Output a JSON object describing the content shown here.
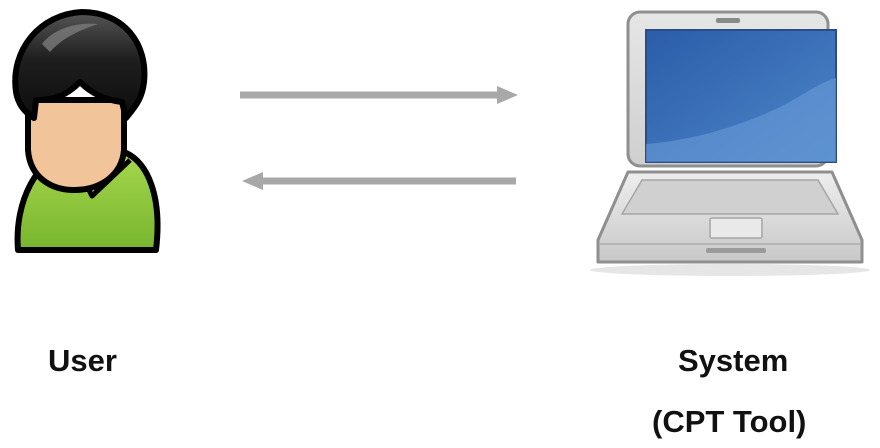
{
  "user": {
    "label": "User",
    "icon": "user-icon"
  },
  "system": {
    "label": "System",
    "sublabel": "(CPT Tool)",
    "icon": "laptop-icon"
  },
  "arrows": [
    {
      "from": "user",
      "to": "system",
      "icon": "arrow-right-icon"
    },
    {
      "from": "system",
      "to": "user",
      "icon": "arrow-left-icon"
    }
  ],
  "colors": {
    "hair": "#1a1a1a",
    "skin": "#f2c49a",
    "shirt": "#8cc63f",
    "arrow": "#a8a8a8",
    "screen": "#3e72b8",
    "laptop_body": "#d9d9d9"
  }
}
